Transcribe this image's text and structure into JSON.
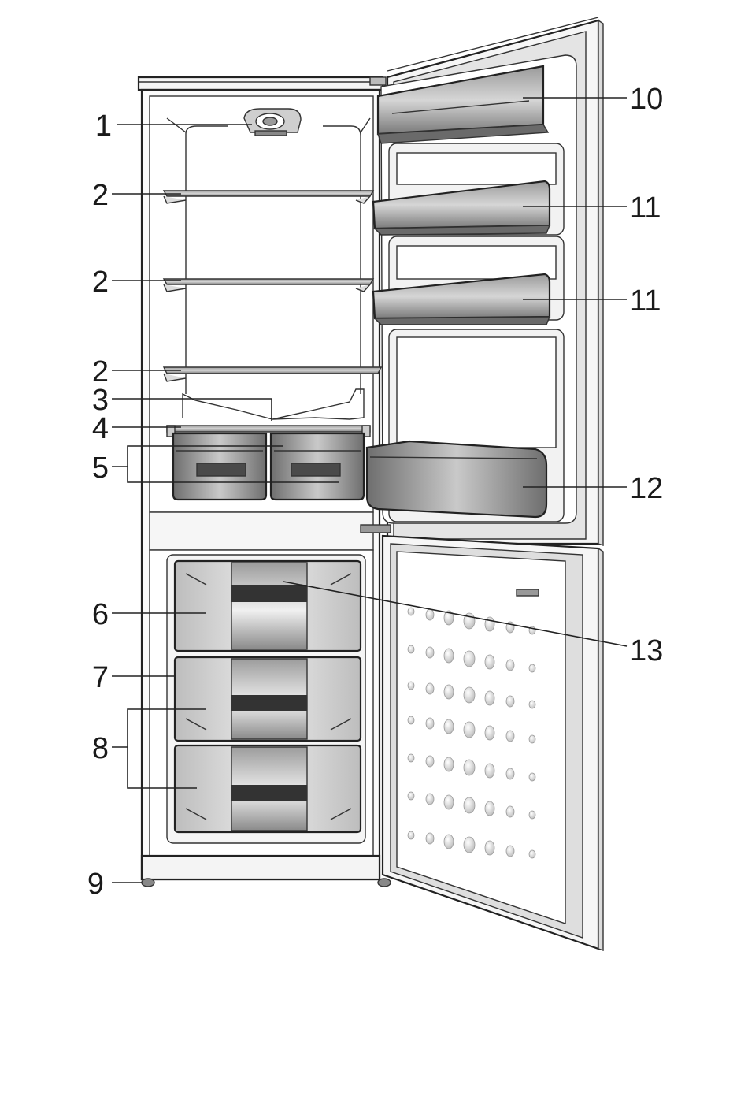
{
  "colors": {
    "line": "#222222",
    "body_fill": "#ffffff",
    "cabinet_wall": "#f2f2f2",
    "door_panel": "#d4d4d4",
    "dimple": "#cfcfcf"
  },
  "callouts": [
    {
      "id": "c1",
      "label": "1"
    },
    {
      "id": "c2a",
      "label": "2"
    },
    {
      "id": "c2b",
      "label": "2"
    },
    {
      "id": "c2c",
      "label": "2"
    },
    {
      "id": "c3",
      "label": "3"
    },
    {
      "id": "c4",
      "label": "4"
    },
    {
      "id": "c5",
      "label": "5"
    },
    {
      "id": "c6",
      "label": "6"
    },
    {
      "id": "c7",
      "label": "7"
    },
    {
      "id": "c8",
      "label": "8"
    },
    {
      "id": "c9",
      "label": "9"
    },
    {
      "id": "c10",
      "label": "10"
    },
    {
      "id": "c11a",
      "label": "11"
    },
    {
      "id": "c11b",
      "label": "11"
    },
    {
      "id": "c12",
      "label": "12"
    },
    {
      "id": "c13",
      "label": "13"
    }
  ]
}
